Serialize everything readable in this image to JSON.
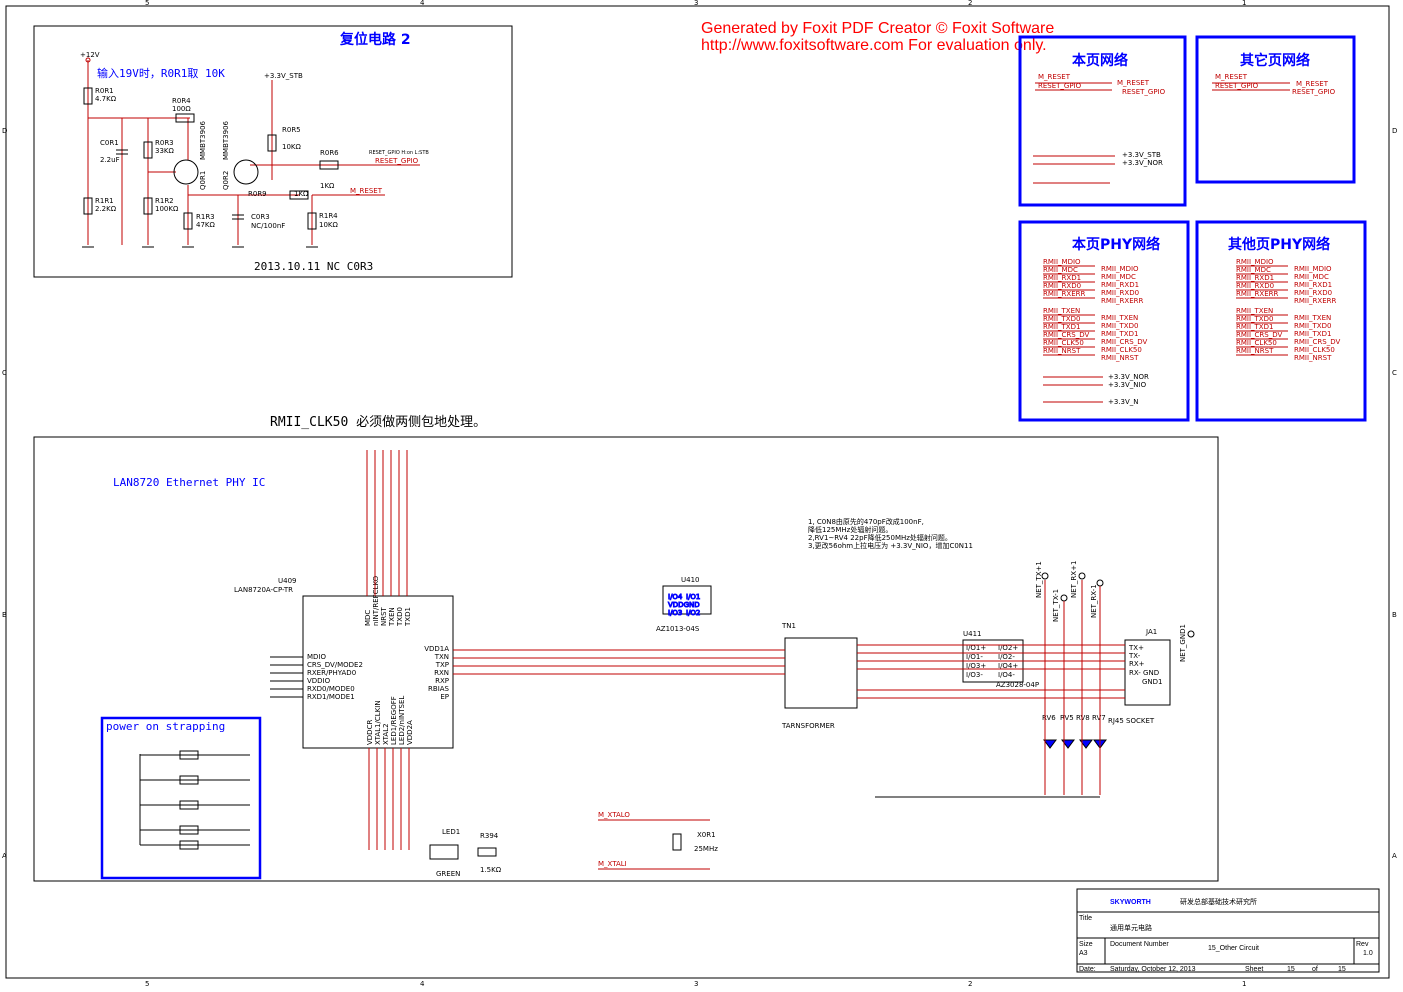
{
  "watermark": {
    "line1": "Generated by Foxit PDF Creator © Foxit Software",
    "line2": "http://www.foxitsoftware.com   For evaluation only."
  },
  "border": {
    "top_numbers": [
      "5",
      "4",
      "3",
      "2",
      "1"
    ],
    "side_letters": [
      "D",
      "C",
      "B",
      "A"
    ]
  },
  "reset": {
    "title": "复位电路 2",
    "note": "输入19V时，R0R1取 10K",
    "date_note": "2013.10.11 NC C0R3",
    "v12": "+12V",
    "v33stb": "+3.3V_STB",
    "reset_gpio_note": "RESET_GPIO   H:on   L:STB",
    "reset_gpio": "RESET_GPIO",
    "m_reset": "M_RESET",
    "parts": [
      {
        "ref": "R0R1",
        "val": "4.7KΩ"
      },
      {
        "ref": "R0R4",
        "val": "100Ω"
      },
      {
        "ref": "C0R1",
        "val": "2.2uF"
      },
      {
        "ref": "R0R3",
        "val": "33KΩ"
      },
      {
        "ref": "Q0R1",
        "val": "MMBT3906"
      },
      {
        "ref": "Q0R2",
        "val": "MMBT3906"
      },
      {
        "ref": "R0R5",
        "val": "10KΩ"
      },
      {
        "ref": "R0R6",
        "val": "1KΩ"
      },
      {
        "ref": "R0R9",
        "val": "1KΩ"
      },
      {
        "ref": "R1R1",
        "val": "2.2KΩ"
      },
      {
        "ref": "R1R2",
        "val": "100KΩ"
      },
      {
        "ref": "R1R3",
        "val": "47KΩ"
      },
      {
        "ref": "C0R3",
        "val": "NC/100nF"
      },
      {
        "ref": "R1R4",
        "val": "10KΩ"
      }
    ]
  },
  "nets": {
    "local_title": "本页网络",
    "other_title": "其它页网络",
    "local_items": [
      "M_RESET",
      "RESET_GPIO",
      "M_RESET",
      "RESET_GPIO",
      "+3.3V_STB",
      "+3.3V_NOR"
    ],
    "other_items": [
      "M_RESET",
      "RESET_GPIO",
      "M_RESET",
      "RESET_GPIO"
    ]
  },
  "phy_nets": {
    "local_title": "本页PHY网络",
    "other_title": "其他页PHY网络",
    "left": [
      "RMII_MDIO",
      "RMII_MDC",
      "RMII_RXD1",
      "RMII_RXD0",
      "RMII_RXERR",
      "RMII_TXEN",
      "RMII_TXD0",
      "RMII_TXD1",
      "RMII_CRS_DV",
      "RMII_CLK50",
      "RMII_NRST"
    ],
    "right": [
      "RMII_MDIO",
      "RMII_MDC",
      "RMII_RXD1",
      "RMII_RXD0",
      "RMII_RXERR",
      "RMII_TXEN",
      "RMII_TXD0",
      "RMII_TXD1",
      "RMII_CRS_DV",
      "RMII_CLK50",
      "RMII_NRST"
    ],
    "power": [
      "+3.3V_NOR",
      "+3.3V_NIO",
      "+3.3V_N"
    ]
  },
  "clk_note": "RMII_CLK50 必须做两侧包地处理。",
  "phy": {
    "title": "LAN8720  Ethernet PHY IC",
    "u409": "U409",
    "u409_part": "LAN8720A-CP-TR",
    "left_pins": [
      "MDIO",
      "CRS_DV/MODE2",
      "RXER/PHYAD0",
      "VDDIO",
      "RXD0/MODE0",
      "RXD1/MODE1"
    ],
    "right_pins": [
      "VDD1A",
      "TXN",
      "TXP",
      "RXN",
      "RXP",
      "RBIAS",
      "EP"
    ],
    "top_pins": [
      "MDC",
      "nINT/REFCLKO",
      "NRST",
      "TXEN",
      "TXD0",
      "TXD1"
    ],
    "bottom_pins": [
      "VDDCR",
      "XTAL1/CLKIN",
      "XTAL2",
      "LED1/REGOFF",
      "LED2/nINTSEL",
      "VDD2A"
    ],
    "notes": [
      "1, C0N8由原先的470pF改成100nF,",
      "降低125MHz处辐射问题。",
      "2,RV1~RV4 22pF降低250MHz处辐射问题。",
      "3,更改56ohm上拉电压为 +3.3V_NIO，增加C0N11"
    ],
    "strap_title": "power on strapping",
    "u410": "U410",
    "u410_part": "AZ1013-04S",
    "u410_pins": [
      "I/O4",
      "I/O1",
      "VDDGND",
      "I/O3",
      "I/O2"
    ],
    "tn1": "TN1",
    "transformer": "TARNSFORMER",
    "u411": "U411",
    "u411_part": "AZ3028-04P",
    "u411_left": [
      "I/O1+",
      "I/O1-",
      "I/O3+",
      "I/O3-"
    ],
    "u411_right": [
      "I/O2+",
      "I/O2-",
      "I/O4+",
      "I/O4-"
    ],
    "ja1": "JA1",
    "ja1_part": "RJ45 SOCKET",
    "ja1_pins": [
      "TX+",
      "TX-",
      "RX+",
      "RX- GND",
      "GND1"
    ],
    "net_labels": [
      "NET_TX+1",
      "NET_TX-1",
      "NET_RX+1",
      "NET_RX-1",
      "NET_GND1"
    ],
    "xtal": {
      "ref": "X0R1",
      "val": "25MHz",
      "m_xtalo": "M_XTALO",
      "m_xtali": "M_XTALI"
    },
    "led": {
      "ref": "LED1",
      "color": "GREEN",
      "r": "R394",
      "rv": "1.5KΩ"
    },
    "esd": [
      "RV6",
      "RV5",
      "RV8",
      "RV7"
    ]
  },
  "title_block": {
    "company": "SKYWORTH",
    "dept": "研发总部基础技术研究所",
    "title_label": "Title",
    "title": "通用单元电路",
    "size_label": "Size",
    "size": "A3",
    "docnum_label": "Document Number",
    "docnum": "15_Other Circuit",
    "rev_label": "Rev",
    "rev": "1.0",
    "date_label": "Date:",
    "date": "Saturday, October 12, 2013",
    "sheet_label": "Sheet",
    "sheet": "15",
    "of": "of",
    "total": "15"
  }
}
